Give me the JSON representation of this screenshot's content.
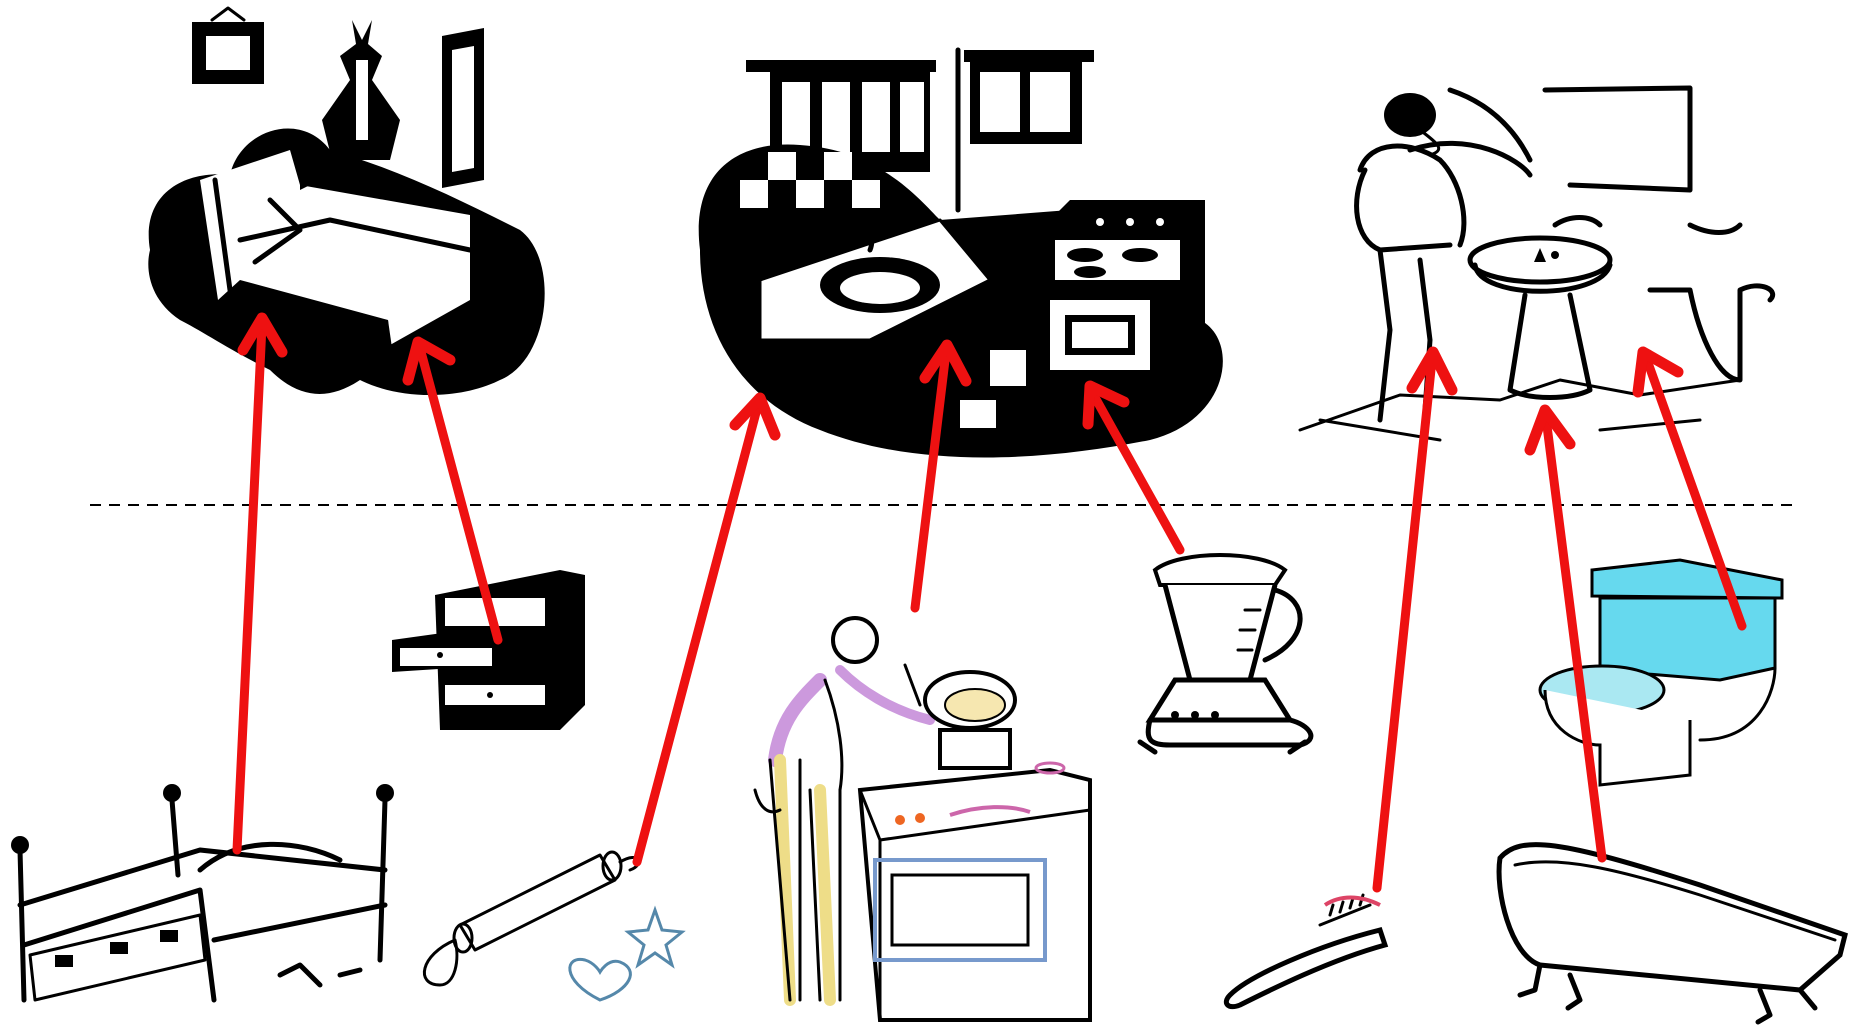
{
  "colors": {
    "ink": "#000000",
    "arrow": "#ee1111",
    "background": "#ffffff",
    "toilet_tank": "#66d9ee",
    "person_shirt": "#cc99dd",
    "person_pants": "#eedd88",
    "stove_outline": "#7799cc"
  },
  "divider": {
    "style": "dashed"
  },
  "rooms": [
    {
      "id": "bedroom",
      "icon": "bedroom-scene-icon"
    },
    {
      "id": "kitchen",
      "icon": "kitchen-scene-icon"
    },
    {
      "id": "bathroom",
      "icon": "bathroom-scene-icon"
    }
  ],
  "items": [
    {
      "id": "bed",
      "icon": "bed-icon",
      "room": "bedroom"
    },
    {
      "id": "drawers",
      "icon": "drawers-icon",
      "room": "bedroom"
    },
    {
      "id": "rolling-pin",
      "icon": "rolling-pin-icon",
      "room": "kitchen"
    },
    {
      "id": "cook",
      "icon": "person-cooking-icon",
      "room": "kitchen"
    },
    {
      "id": "blender",
      "icon": "blender-icon",
      "room": "kitchen"
    },
    {
      "id": "toothbrush",
      "icon": "toothbrush-icon",
      "room": "bathroom"
    },
    {
      "id": "toilet",
      "icon": "toilet-icon",
      "room": "bathroom"
    },
    {
      "id": "bathtub",
      "icon": "bathtub-icon",
      "room": "bathroom"
    }
  ],
  "arrows": [
    {
      "from": "bed",
      "to": "bedroom"
    },
    {
      "from": "drawers",
      "to": "bedroom"
    },
    {
      "from": "rolling-pin",
      "to": "kitchen"
    },
    {
      "from": "cook",
      "to": "kitchen"
    },
    {
      "from": "blender",
      "to": "kitchen"
    },
    {
      "from": "toothbrush",
      "to": "bathroom"
    },
    {
      "from": "bathtub",
      "to": "bathroom"
    },
    {
      "from": "toilet",
      "to": "bathroom"
    }
  ]
}
